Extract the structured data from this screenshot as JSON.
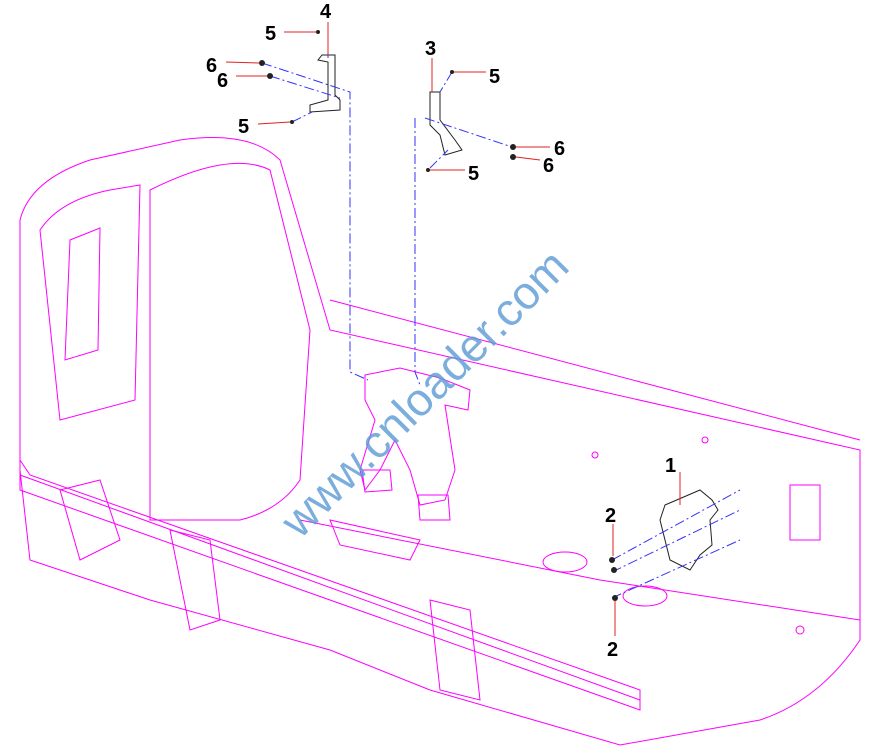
{
  "diagram": {
    "watermark": "www.cnloader.com",
    "callouts": {
      "c1": "1",
      "c2a": "2",
      "c2b": "2",
      "c3": "3",
      "c4": "4",
      "c5a": "5",
      "c5b": "5",
      "c5c": "5",
      "c5d": "5",
      "c6a": "6",
      "c6b": "6",
      "c6c": "6",
      "c6d": "6"
    },
    "colors": {
      "body": "#ff00ff",
      "centerline": "#3333ff",
      "leader": "#e02020",
      "watermark": "#5b9bd5"
    }
  }
}
